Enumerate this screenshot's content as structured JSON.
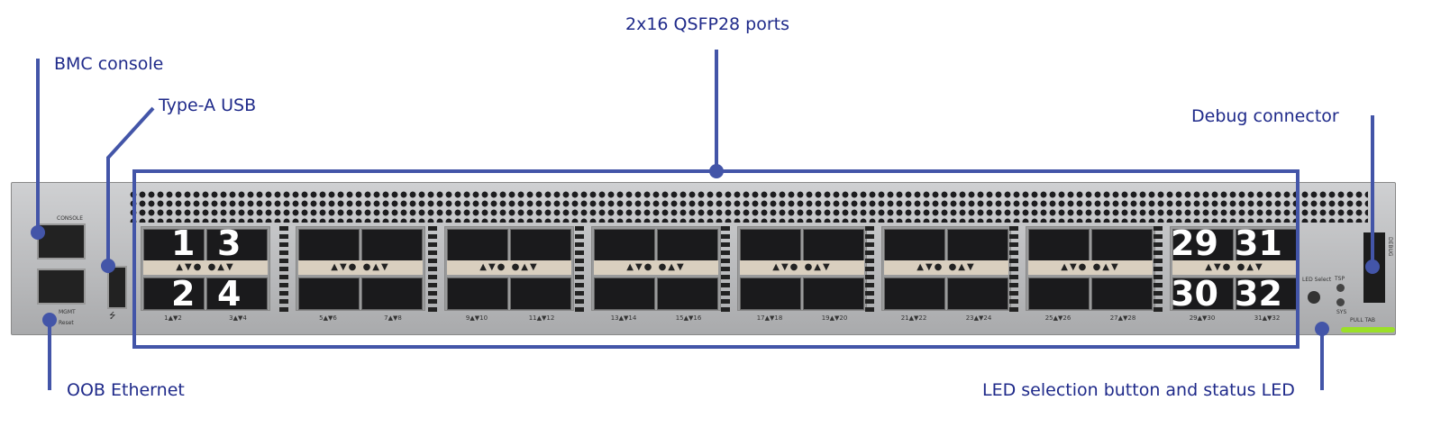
{
  "callouts": {
    "bmc_console": "BMC console",
    "type_a_usb": "Type-A USB",
    "qsfp_ports": "2x16 QSFP28 ports",
    "debug_connector": "Debug connector",
    "oob_ethernet": "OOB Ethernet",
    "led_selection": "LED selection button and status LED"
  },
  "port_numbers": {
    "p1": "1",
    "p2": "2",
    "p3": "3",
    "p4": "4",
    "p29": "29",
    "p30": "30",
    "p31": "31",
    "p32": "32"
  },
  "port_labels": [
    "1▲▼2",
    "3▲▼4",
    "5▲▼6",
    "7▲▼8",
    "9▲▼10",
    "11▲▼12",
    "13▲▼14",
    "15▲▼16",
    "17▲▼18",
    "19▲▼20",
    "21▲▼22",
    "23▲▼24",
    "25▲▼26",
    "27▲▼28",
    "29▲▼30",
    "31▲▼32"
  ],
  "led_strip": "▲▼● ●▲▼",
  "panel_text": {
    "console": "CONSOLE",
    "mgmt": "MGMT",
    "reset": "Reset",
    "led_select": "LED Select",
    "tsp": "TSP",
    "sys": "SYS",
    "pull_tab": "PULL TAB",
    "debug": "DEBUG",
    "usb_symbol": "⭍"
  },
  "colors": {
    "callout_line": "#4355a8",
    "callout_text": "#1f2a8a",
    "pull_tab": "#9be028"
  }
}
